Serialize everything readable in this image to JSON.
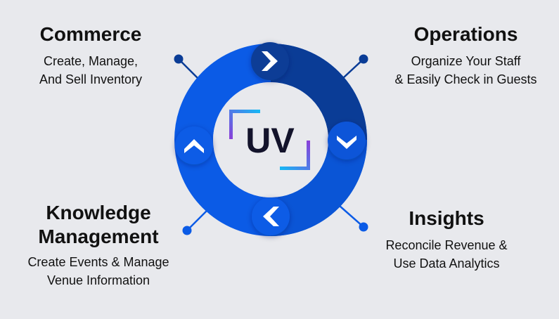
{
  "logo": {
    "text": "UV"
  },
  "colors": {
    "background": "#e8e9ed",
    "ring_primary": "#0b5be6",
    "ring_dark": "#0a3c96",
    "connector_dark": "#0a3c96",
    "connector_bright": "#0b5be6",
    "logo_text": "#13132b",
    "logo_bracket_start": "#8a3fd9",
    "logo_bracket_end": "#16b8f5"
  },
  "sections": [
    {
      "id": "commerce",
      "title": "Commerce",
      "lines": [
        "Create, Manage,",
        "And Sell Inventory"
      ],
      "arrow_icon": "chevron-up-icon"
    },
    {
      "id": "operations",
      "title": "Operations",
      "lines": [
        "Organize Your Staff",
        "& Easily Check in Guests"
      ],
      "arrow_icon": "chevron-right-icon"
    },
    {
      "id": "insights",
      "title": "Insights",
      "lines": [
        "Reconcile Revenue &",
        "Use Data Analytics"
      ],
      "arrow_icon": "chevron-down-icon"
    },
    {
      "id": "knowledge",
      "title_lines": [
        "Knowledge",
        "Management"
      ],
      "lines": [
        "Create Events & Manage",
        "Venue Information"
      ],
      "arrow_icon": "chevron-left-icon"
    }
  ]
}
